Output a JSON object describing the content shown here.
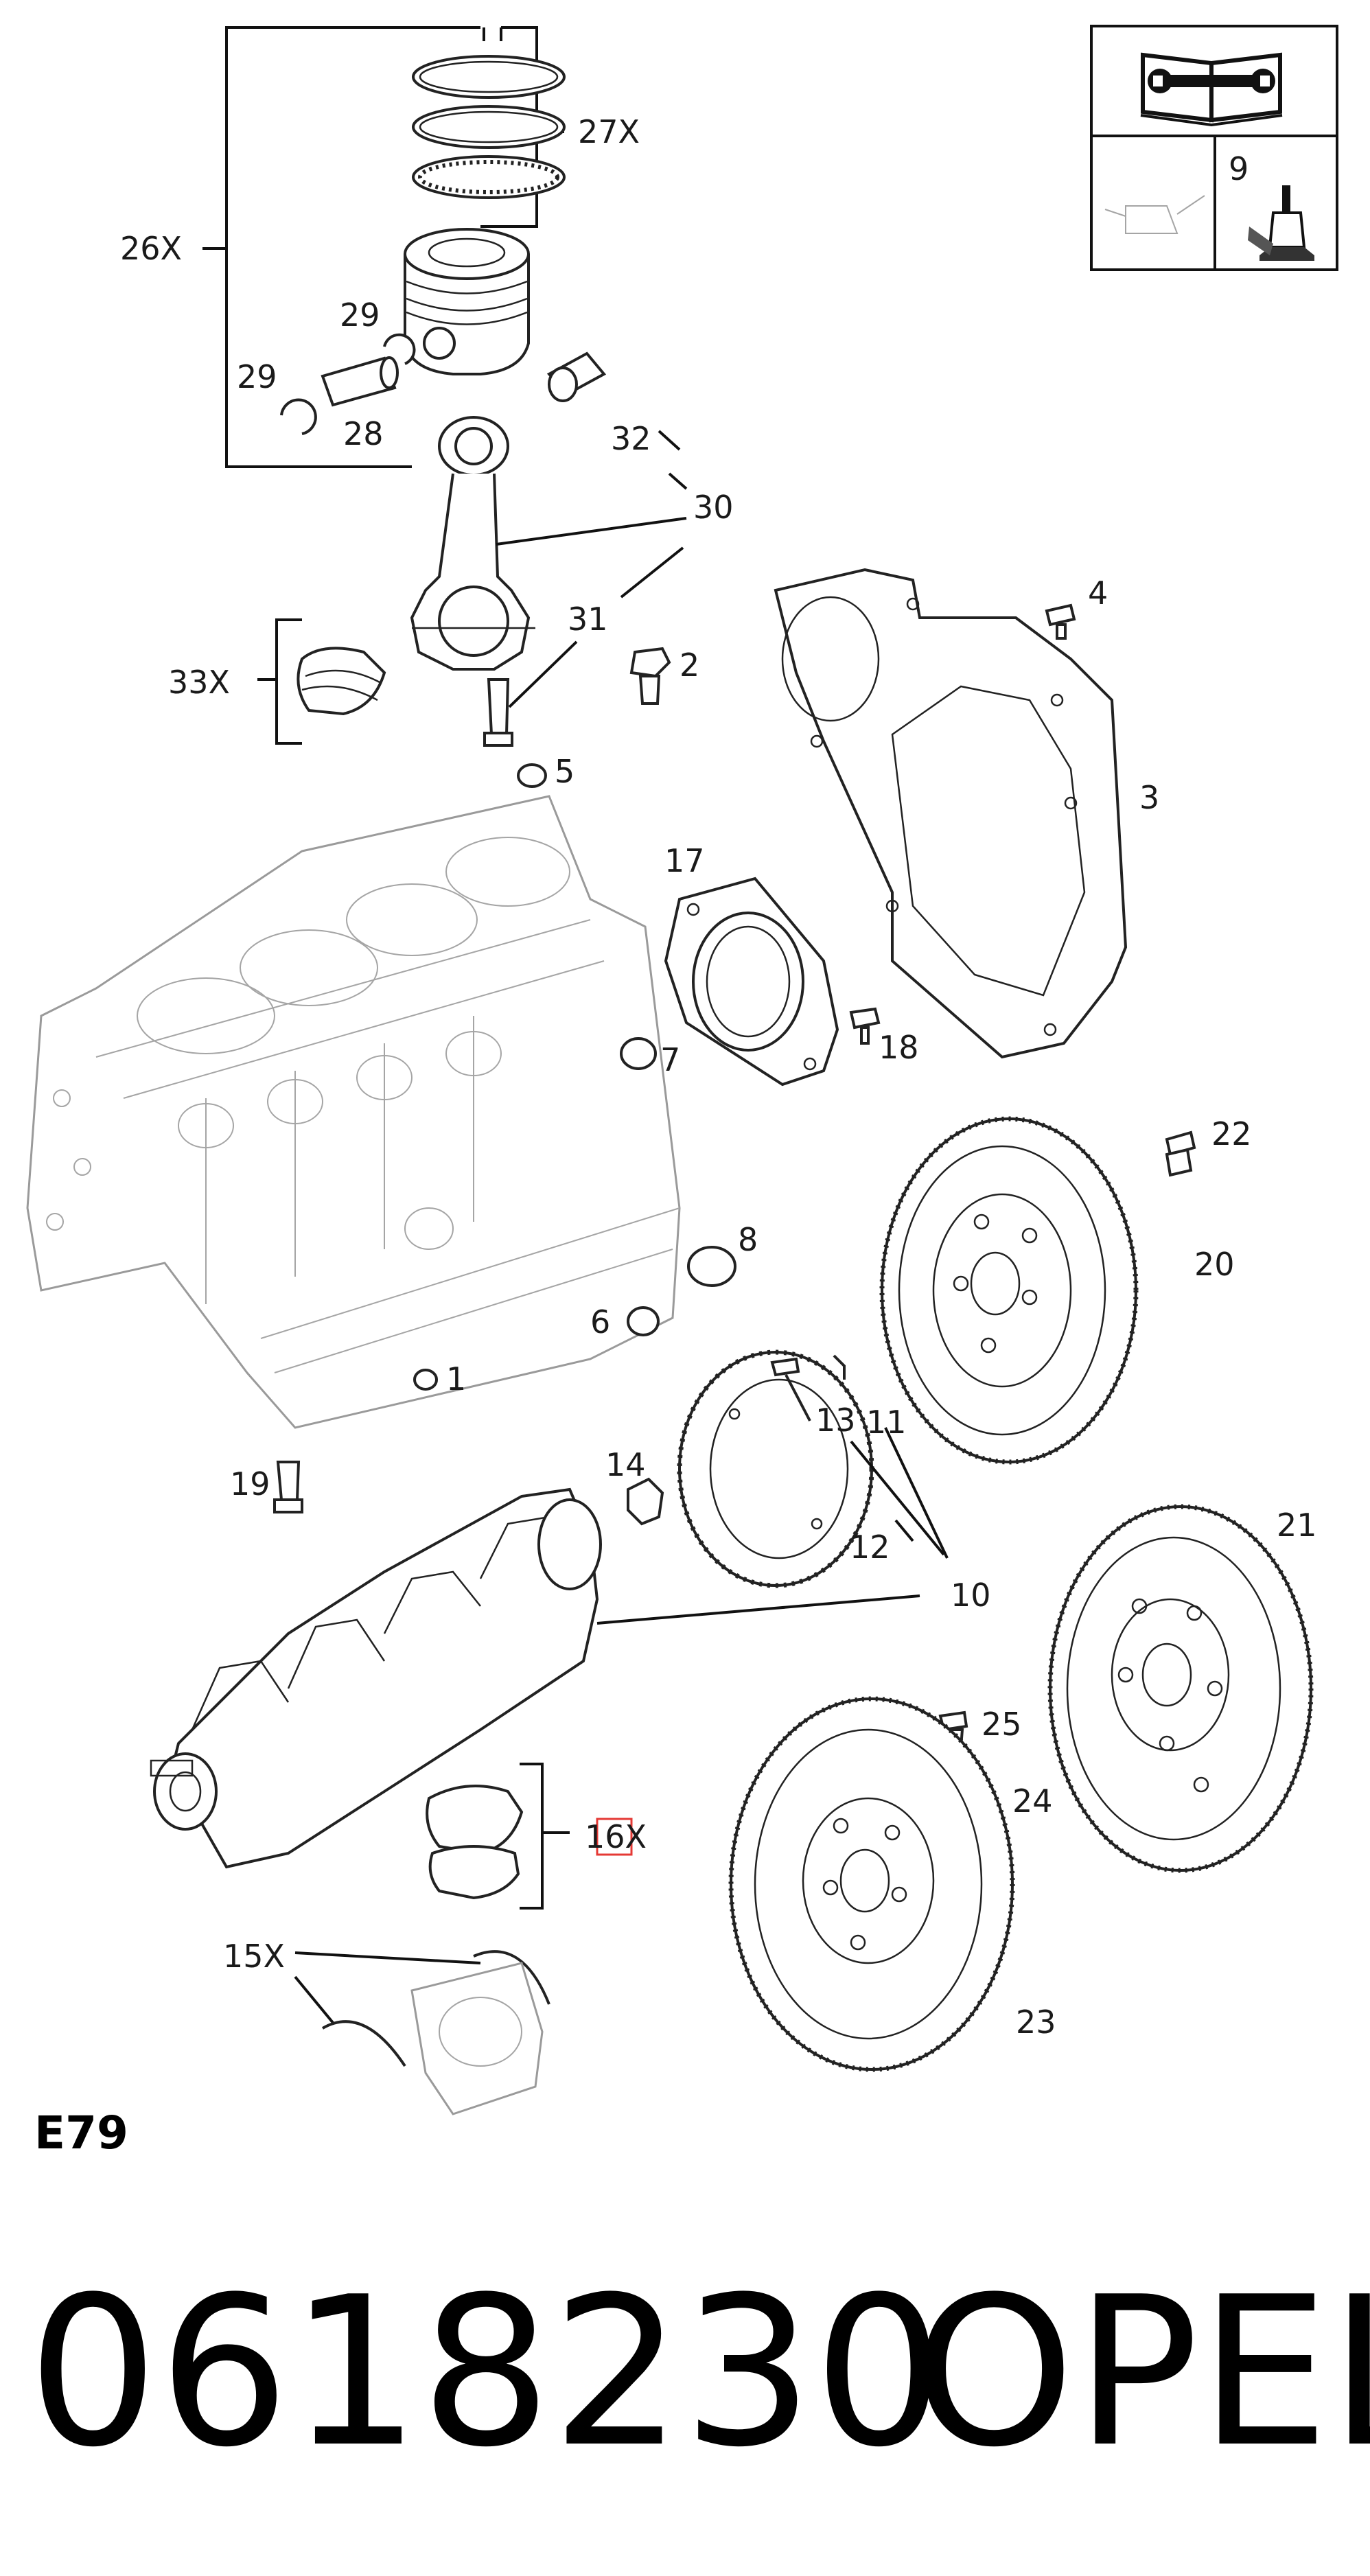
{
  "diagram": {
    "group_code": "E79",
    "part_number": "0618230",
    "brand": "OPEL",
    "highlighted_callout": "16X",
    "callouts": [
      {
        "id": "c1",
        "text": "1"
      },
      {
        "id": "c2",
        "text": "2"
      },
      {
        "id": "c3",
        "text": "3"
      },
      {
        "id": "c4",
        "text": "4"
      },
      {
        "id": "c5",
        "text": "5"
      },
      {
        "id": "c6",
        "text": "6"
      },
      {
        "id": "c7",
        "text": "7"
      },
      {
        "id": "c8",
        "text": "8"
      },
      {
        "id": "c9",
        "text": "9"
      },
      {
        "id": "c10",
        "text": "10"
      },
      {
        "id": "c11",
        "text": "11"
      },
      {
        "id": "c12",
        "text": "12"
      },
      {
        "id": "c13",
        "text": "13"
      },
      {
        "id": "c14",
        "text": "14"
      },
      {
        "id": "c15x",
        "text": "15X"
      },
      {
        "id": "c16x",
        "text": "16X"
      },
      {
        "id": "c17",
        "text": "17"
      },
      {
        "id": "c18",
        "text": "18"
      },
      {
        "id": "c19",
        "text": "19"
      },
      {
        "id": "c20",
        "text": "20"
      },
      {
        "id": "c21",
        "text": "21"
      },
      {
        "id": "c22",
        "text": "22"
      },
      {
        "id": "c23",
        "text": "23"
      },
      {
        "id": "c24",
        "text": "24"
      },
      {
        "id": "c25",
        "text": "25"
      },
      {
        "id": "c26x",
        "text": "26X"
      },
      {
        "id": "c27x",
        "text": "27X"
      },
      {
        "id": "c28",
        "text": "28"
      },
      {
        "id": "c29a",
        "text": "29"
      },
      {
        "id": "c29b",
        "text": "29"
      },
      {
        "id": "c30",
        "text": "30"
      },
      {
        "id": "c31",
        "text": "31"
      },
      {
        "id": "c32",
        "text": "32"
      },
      {
        "id": "c33x",
        "text": "33X"
      }
    ],
    "legend_box": {
      "item_label": "9"
    },
    "colors": {
      "highlight": "#e53935",
      "line": "#111111",
      "faded": "#9a9a9a"
    }
  }
}
